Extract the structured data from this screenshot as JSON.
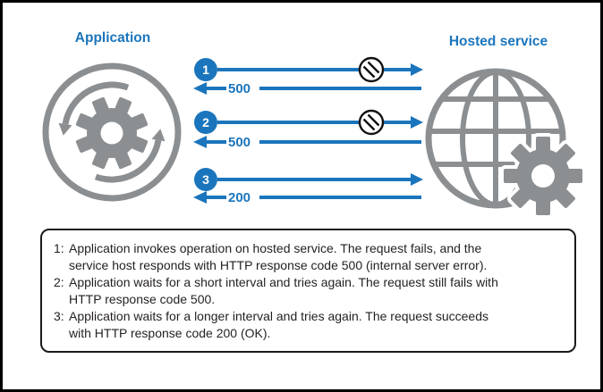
{
  "titles": {
    "application": "Application",
    "hosted_service": "Hosted service"
  },
  "sequence": {
    "steps": [
      {
        "number": "1",
        "response_code": "500",
        "blocked": true
      },
      {
        "number": "2",
        "response_code": "500",
        "blocked": true
      },
      {
        "number": "3",
        "response_code": "200",
        "blocked": false
      }
    ]
  },
  "notes": {
    "items": [
      {
        "label": "1:",
        "lines": [
          "Application invokes operation on hosted service. The request fails, and the",
          "service host responds with HTTP response code 500 (internal server error)."
        ]
      },
      {
        "label": "2:",
        "lines": [
          "Application waits for a short interval and tries again. The request still fails with",
          "HTTP response code 500."
        ]
      },
      {
        "label": "3:",
        "lines": [
          "Application waits for a longer interval and tries again. The request succeeds",
          "with HTTP response code 200 (OK)."
        ]
      }
    ]
  },
  "icons": {
    "application": "retry-gear-icon",
    "hosted_service": "globe-gear-icon",
    "blocked": "blocked-icon"
  },
  "colors": {
    "accent_blue": "#1B75BC",
    "icon_gray": "#8C8F92",
    "text": "#231F20",
    "border": "#000000"
  }
}
